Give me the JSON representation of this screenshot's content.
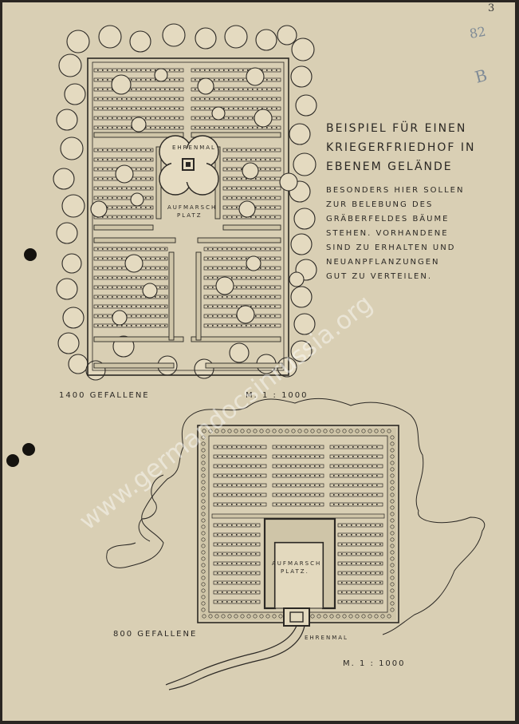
{
  "page": {
    "paper_color": "#d9cfb4",
    "ink_color": "#2b2824",
    "corner_marks": [
      "3",
      "82",
      "B"
    ]
  },
  "heading": {
    "title_lines": [
      "BEISPIEL FÜR EINEN",
      "KRIEGERFRIEDHOF IN",
      "EBENEM GELÄNDE"
    ],
    "body_lines": [
      "BESONDERS HIER SOLLEN",
      "ZUR BELEBUNG DES",
      "GRÄBERFELDES BÄUME",
      "STEHEN. VORHANDENE",
      "SIND ZU ERHALTEN UND",
      "NEUANPFLANZUNGEN",
      "GUT ZU VERTEILEN."
    ]
  },
  "plan_top": {
    "memorial_label": "EHRENMAL",
    "square_label_lines": [
      "AUFMARSCH",
      "PLATZ"
    ],
    "caption_left": "1400 GEFALLENE",
    "caption_right": "M. 1 : 1000"
  },
  "plan_bottom": {
    "square_label_lines": [
      "AUFMARSCH",
      "PLATZ."
    ],
    "memorial_label": "EHRENMAL",
    "caption_left": "800 GEFALLENE",
    "caption_right": "M. 1 : 1000"
  },
  "watermark": {
    "text": "www.germandocsinrussia.org",
    "color": "#ffffff"
  }
}
